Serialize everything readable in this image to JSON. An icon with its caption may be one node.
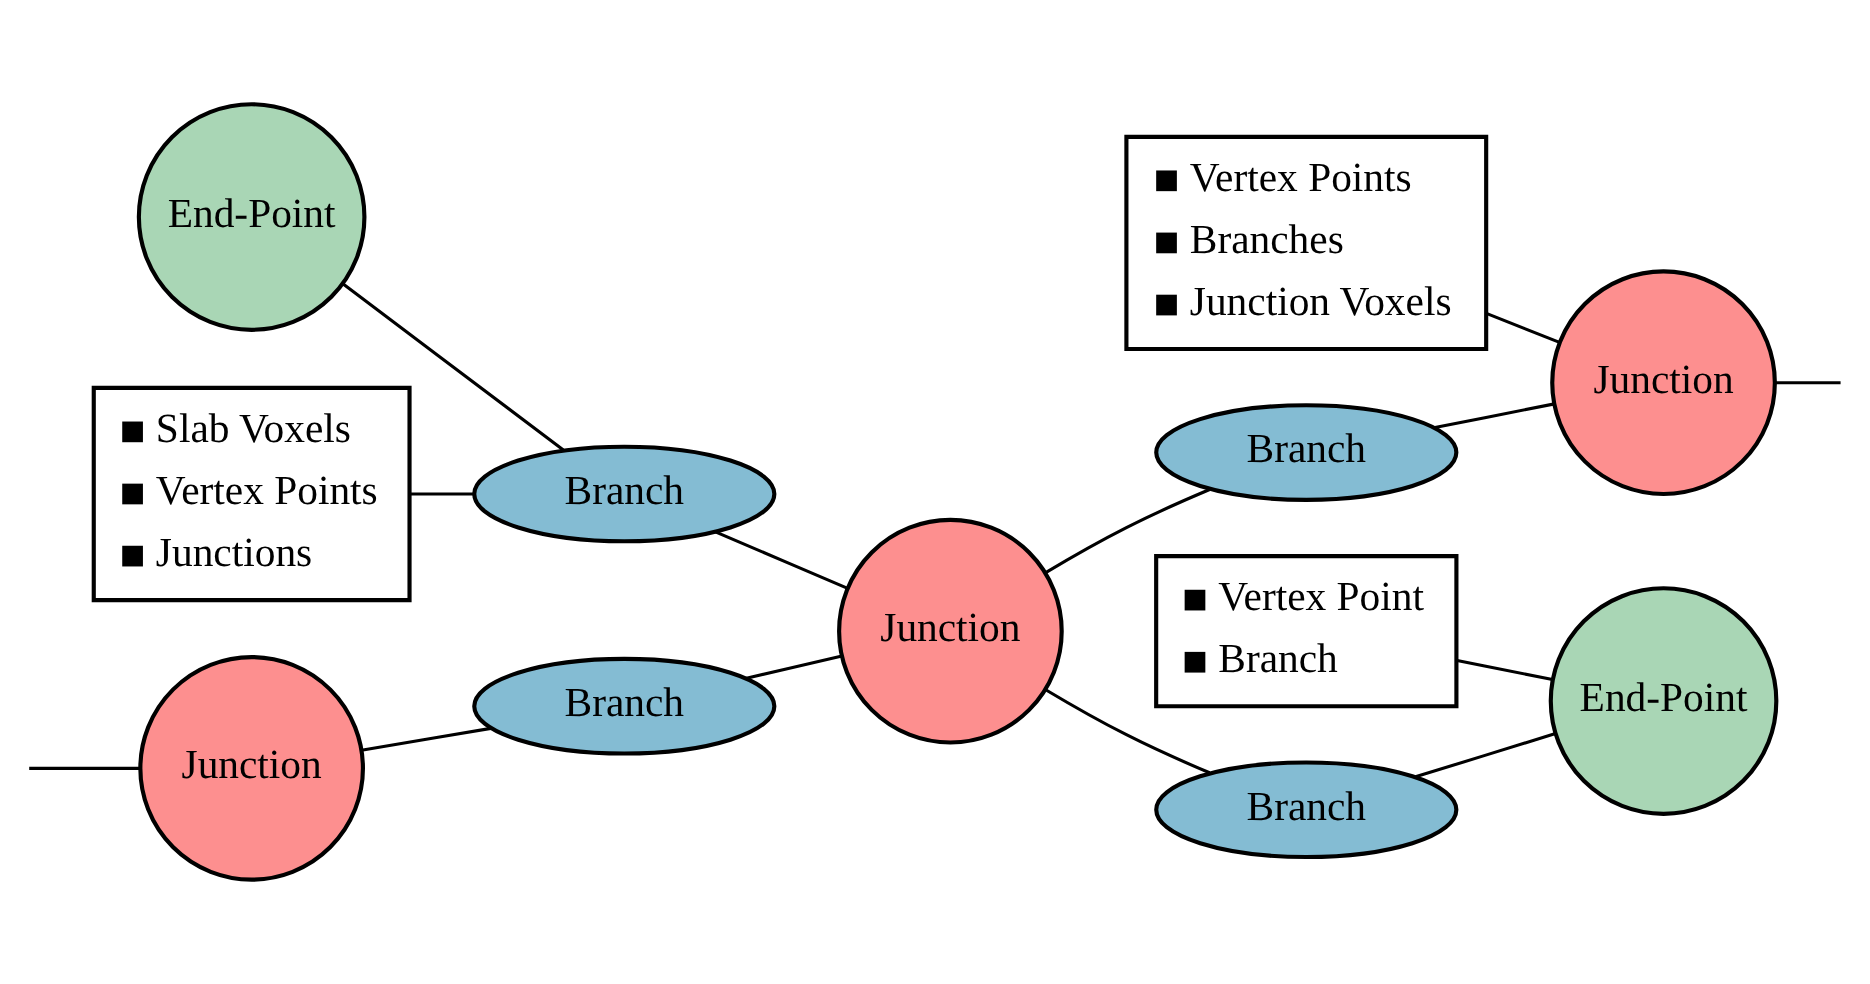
{
  "diagram": {
    "nodes": [
      {
        "text": [
          "Junction"
        ]
      },
      {
        "text": [
          "Branch"
        ]
      },
      {
        "text": [
          "End-Point"
        ]
      },
      {
        "text": [
          "Branch"
        ]
      },
      {
        "text": [
          "Junction"
        ]
      },
      {
        "text": [
          "Branch"
        ]
      },
      {
        "text": [
          "Junction"
        ]
      },
      {
        "text": [
          "Branch"
        ]
      },
      {
        "text": [
          "End-Point"
        ]
      },
      {
        "text": [
          "Vertex Points",
          "Branches",
          "Junction Voxels"
        ]
      },
      {
        "text": [
          "Slab Voxels",
          "Vertex Points",
          "Junctions"
        ]
      },
      {
        "text": [
          "Vertex Point",
          "Branch"
        ]
      }
    ],
    "edges": [
      {
        "from": null,
        "to": 0,
        "arrow": "none"
      },
      {
        "from": 0,
        "to": 1,
        "arrow": "none"
      },
      {
        "from": 1,
        "to": 4,
        "arrow": "none"
      },
      {
        "from": 2,
        "to": 3,
        "arrow": "none"
      },
      {
        "from": 3,
        "to": 4,
        "arrow": "none"
      },
      {
        "from": 4,
        "to": 5,
        "arrow": "none"
      },
      {
        "from": 5,
        "to": 6,
        "arrow": "none"
      },
      {
        "from": 6,
        "to": null,
        "arrow": "none"
      },
      {
        "from": 4,
        "to": 7,
        "arrow": "none"
      },
      {
        "from": 7,
        "to": 8,
        "arrow": "none"
      },
      {
        "from": 9,
        "to": 6,
        "arrow": "none"
      },
      {
        "from": 10,
        "to": 3,
        "arrow": "none"
      },
      {
        "from": 11,
        "to": 8,
        "arrow": "none"
      }
    ]
  }
}
